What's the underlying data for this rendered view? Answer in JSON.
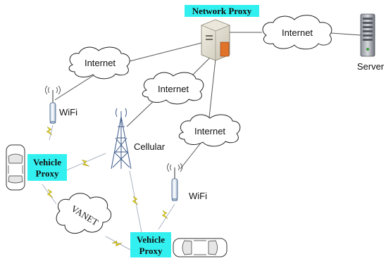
{
  "nodes": {
    "network_proxy": "Network Proxy",
    "server": "Server",
    "vehicle_proxy_left_line1": "Vehicle",
    "vehicle_proxy_left_line2": "Proxy",
    "vehicle_proxy_bottom_line1": "Vehicle",
    "vehicle_proxy_bottom_line2": "Proxy",
    "cellular": "Cellular",
    "wifi_left": "WiFi",
    "wifi_right": "WiFi"
  },
  "clouds": {
    "internet_top_right": "Internet",
    "internet_left": "Internet",
    "internet_middle": "Internet",
    "internet_lower": "Internet",
    "vanet": "VANET"
  },
  "colors": {
    "proxy_highlight": "#33f0f0",
    "link": "#555555",
    "wireless_bolt": "#e6d21a"
  },
  "icons": [
    "server-tower-icon",
    "network-proxy-server-icon",
    "wifi-router-icon",
    "cell-tower-icon",
    "car-icon",
    "wireless-bolt-icon"
  ]
}
